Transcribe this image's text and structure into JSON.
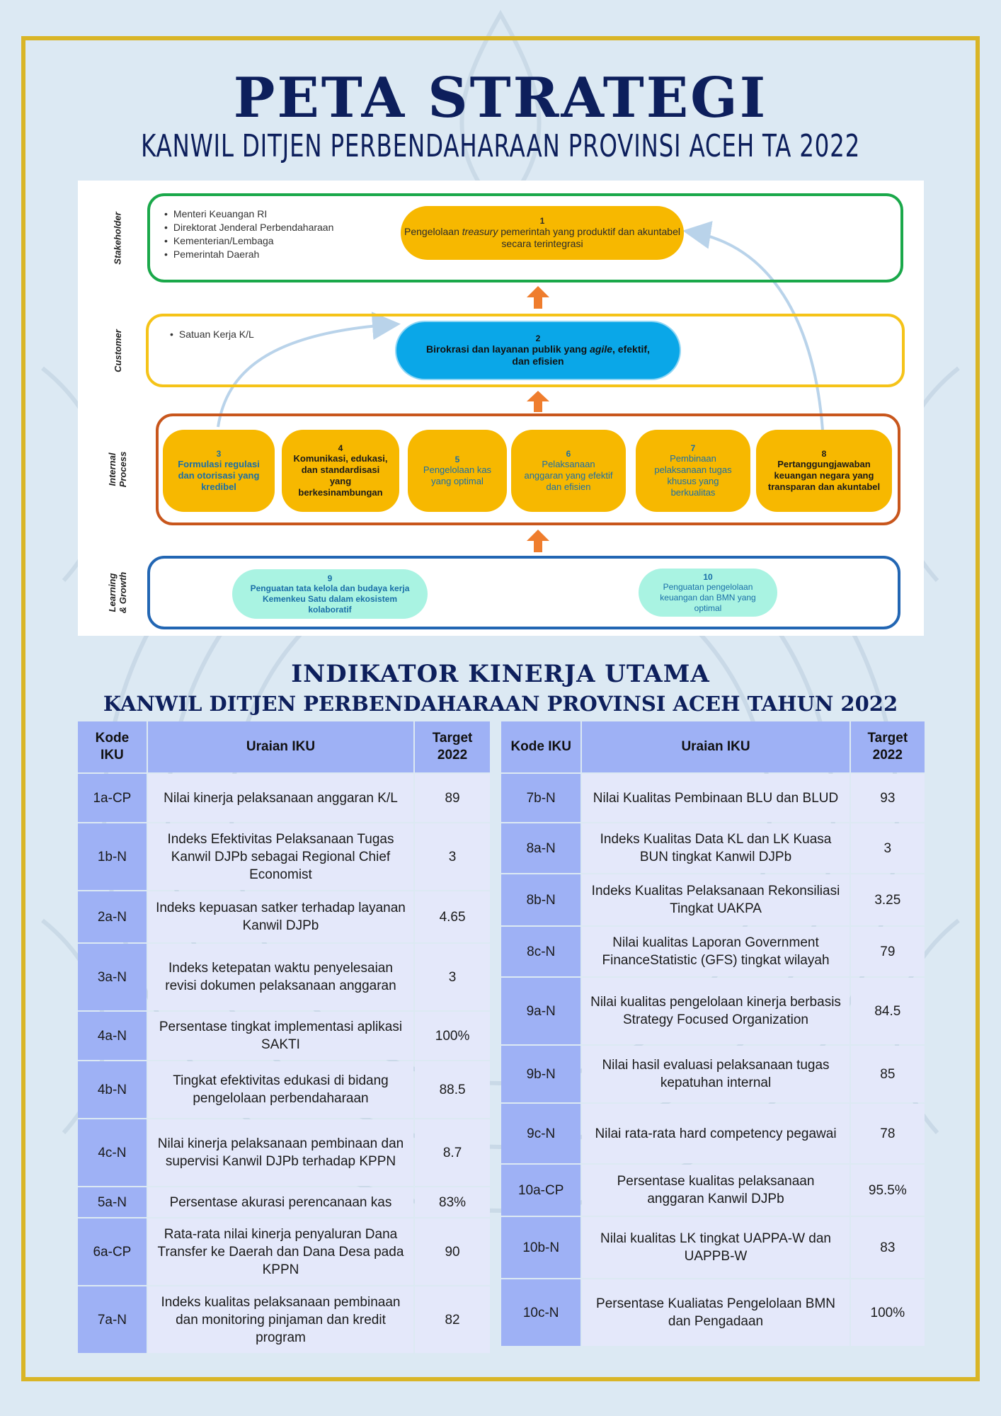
{
  "header": {
    "title": "PETA STRATEGI",
    "subtitle": "KANWIL DITJEN PERBENDAHARAAN PROVINSI ACEH TA 2022"
  },
  "map": {
    "lanes": {
      "stakeholder": "Stakeholder",
      "customer": "Customer",
      "internal": "Internal Process",
      "learning": "Learning & Growth"
    },
    "stakeholder_list": [
      "Menteri Keuangan RI",
      "Direktorat Jenderal Perbendaharaan",
      "Kementerian/Lembaga",
      "Pemerintah Daerah"
    ],
    "customer_list": [
      "Satuan Kerja K/L"
    ],
    "objectives": [
      {
        "no": "1",
        "text_a": "Pengelolaan ",
        "text_em": "treasury",
        "text_b": " pemerintah yang produktif dan akuntabel secara terintegrasi"
      },
      {
        "no": "2",
        "text_a": "Birokrasi dan layanan publik yang ",
        "text_em": "agile",
        "text_b": ", efektif, dan efisien"
      },
      {
        "no": "3",
        "text": "Formulasi regulasi dan otorisasi yang kredibel"
      },
      {
        "no": "4",
        "text": "Komunikasi, edukasi, dan standardisasi yang berkesinambungan"
      },
      {
        "no": "5",
        "text": "Pengelolaan kas yang optimal"
      },
      {
        "no": "6",
        "text": "Pelaksanaan anggaran yang efektif dan efisien"
      },
      {
        "no": "7",
        "text": "Pembinaan pelaksanaan tugas khusus yang berkualitas"
      },
      {
        "no": "8",
        "text": "Pertanggungjawaban keuangan negara yang transparan dan akuntabel"
      },
      {
        "no": "9",
        "text": "Penguatan tata kelola dan budaya kerja Kemenkeu Satu dalam ekosistem kolaboratif"
      },
      {
        "no": "10",
        "text": "Penguatan pengelolaan keuangan dan BMN yang optimal"
      }
    ],
    "colors": {
      "stakeholder": "#1aa84a",
      "customer": "#f5c318",
      "internal": "#c8561c",
      "learning": "#2266b3",
      "pill_yellow": "#f7b800",
      "pill_blue": "#0aa7e8",
      "pill_mint": "#a9f3e2",
      "arrow": "#ef7d2d",
      "title": "#0d1f5c",
      "frame": "#d9b526"
    }
  },
  "iku": {
    "title": "INDIKATOR KINERJA UTAMA",
    "subtitle": "KANWIL DITJEN PERBENDAHARAAN PROVINSI ACEH TAHUN 2022",
    "left_headers": {
      "kode": "Kode IKU",
      "uraian": "Uraian IKU",
      "target": "Target 2022"
    },
    "right_headers": {
      "kode": "Kode IKU",
      "uraian": "Uraian IKU",
      "target": "Target 2022"
    },
    "left_rows": [
      {
        "kode": "1a-CP",
        "uraian": "Nilai kinerja pelaksanaan anggaran K/L",
        "target": "89"
      },
      {
        "kode": "1b-N",
        "uraian": "Indeks Efektivitas Pelaksanaan Tugas Kanwil DJPb sebagai Regional Chief Economist",
        "target": "3"
      },
      {
        "kode": "2a-N",
        "uraian": "Indeks kepuasan satker terhadap layanan Kanwil DJPb",
        "target": "4.65"
      },
      {
        "kode": "3a-N",
        "uraian": "Indeks ketepatan waktu penyelesaian revisi dokumen pelaksanaan anggaran",
        "target": "3"
      },
      {
        "kode": "4a-N",
        "uraian": "Persentase tingkat implementasi aplikasi SAKTI",
        "target": "100%"
      },
      {
        "kode": "4b-N",
        "uraian": "Tingkat efektivitas edukasi di bidang pengelolaan perbendaharaan",
        "target": "88.5"
      },
      {
        "kode": "4c-N",
        "uraian": "Nilai kinerja pelaksanaan pembinaan dan supervisi Kanwil DJPb terhadap KPPN",
        "target": "8.7"
      },
      {
        "kode": "5a-N",
        "uraian": "Persentase akurasi perencanaan kas",
        "target": "83%"
      },
      {
        "kode": "6a-CP",
        "uraian": "Rata-rata nilai kinerja penyaluran Dana Transfer ke Daerah dan Dana Desa pada KPPN",
        "target": "90"
      },
      {
        "kode": "7a-N",
        "uraian": "Indeks kualitas pelaksanaan pembinaan dan monitoring pinjaman dan kredit program",
        "target": "82"
      }
    ],
    "right_rows": [
      {
        "kode": "7b-N",
        "uraian": "Nilai Kualitas Pembinaan BLU dan BLUD",
        "target": "93"
      },
      {
        "kode": "8a-N",
        "uraian": "Indeks Kualitas Data KL dan LK Kuasa BUN tingkat Kanwil DJPb",
        "target": "3"
      },
      {
        "kode": "8b-N",
        "uraian": "Indeks Kualitas Pelaksanaan Rekonsiliasi Tingkat UAKPA",
        "target": "3.25"
      },
      {
        "kode": "8c-N",
        "uraian": "Nilai kualitas Laporan Government FinanceStatistic (GFS) tingkat wilayah",
        "target": "79"
      },
      {
        "kode": "9a-N",
        "uraian": "Nilai kualitas pengelolaan kinerja berbasis Strategy Focused Organization",
        "target": "84.5"
      },
      {
        "kode": "9b-N",
        "uraian": "Nilai hasil evaluasi pelaksanaan tugas kepatuhan internal",
        "target": "85"
      },
      {
        "kode": "9c-N",
        "uraian": "Nilai rata-rata hard competency pegawai",
        "target": "78"
      },
      {
        "kode": "10a-CP",
        "uraian": "Persentase kualitas pelaksanaan anggaran Kanwil DJPb",
        "target": "95.5%"
      },
      {
        "kode": "10b-N",
        "uraian": "Nilai kualitas LK tingkat UAPPA-W dan UAPPB-W",
        "target": "83"
      },
      {
        "kode": "10c-N",
        "uraian": "Persentase Kualiatas Pengelolaan BMN dan Pengadaan",
        "target": "100%"
      }
    ]
  }
}
